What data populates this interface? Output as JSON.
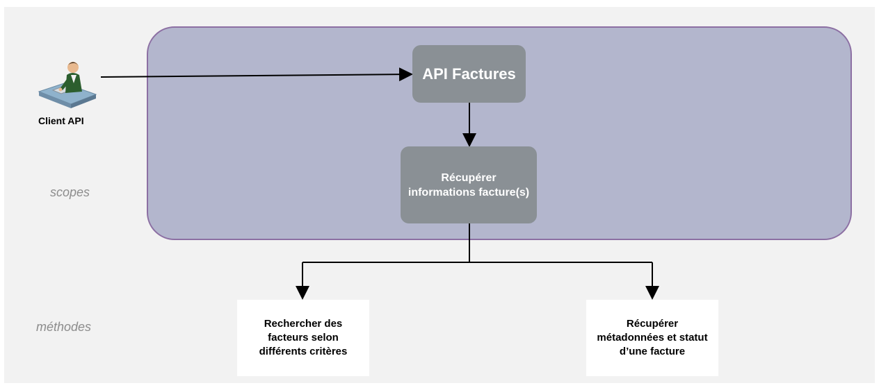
{
  "diagram": {
    "client_label": "Client API",
    "side_labels": {
      "scopes": "scopes",
      "methodes": "méthodes"
    },
    "api_box": "API Factures",
    "scope_box": "Récupérer informations facture(s)",
    "methods": [
      "Rechercher des facteurs selon différents critères",
      "Récupérer métadonnées et statut d’une facture"
    ]
  },
  "colors": {
    "scope_area_fill": "#b3b6cd",
    "scope_area_border": "#8c6fa3",
    "gray_box": "#8a9095",
    "label_gray": "#8c8c8c"
  }
}
